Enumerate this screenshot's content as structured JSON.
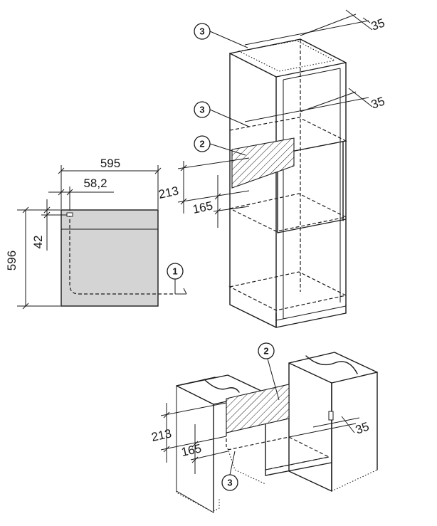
{
  "top_left_view": {
    "width_total": "595",
    "width_offset": "58,2",
    "height_total": "596",
    "height_offset": "42",
    "callout_1": "1",
    "colors": {
      "panel_fill": "#d4d4d4",
      "stroke": "#1a1a1a"
    }
  },
  "tall_cabinet": {
    "callout_top": "3",
    "callout_mid": "3",
    "callout_panel": "2",
    "depth_top": "35",
    "depth_mid": "35",
    "opening_height": "213",
    "lower_gap": "165"
  },
  "base_cabinet": {
    "callout_panel": "2",
    "callout_shelf": "3",
    "depth": "35",
    "opening_height": "213",
    "lower_gap": "165"
  }
}
